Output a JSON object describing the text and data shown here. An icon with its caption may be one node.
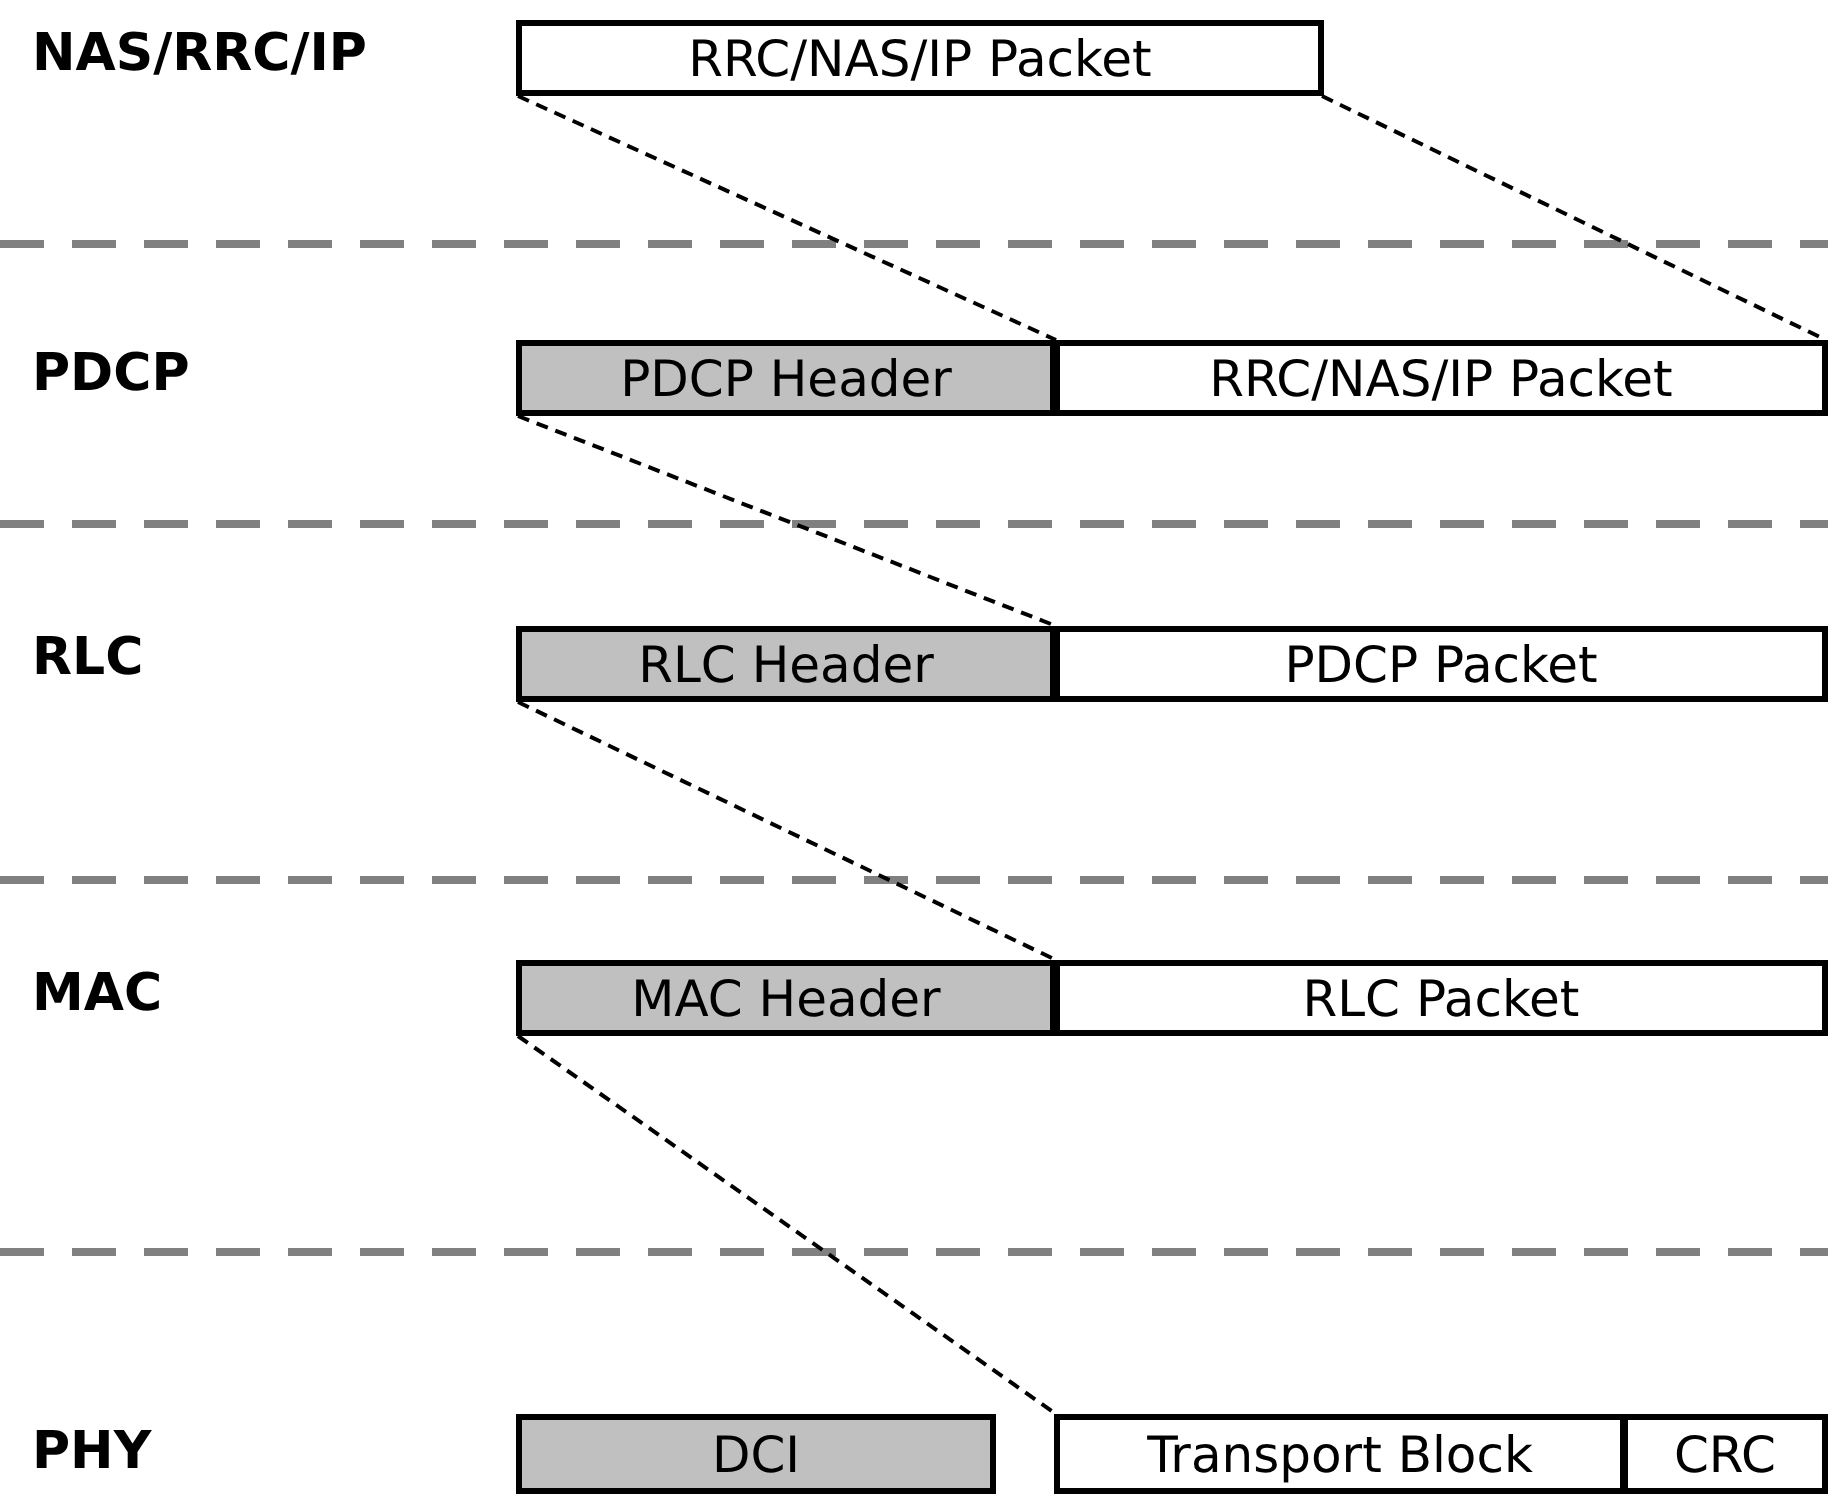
{
  "diagram": {
    "nodes": [
      {
        "text": [
          "RRC/NAS/IP Packet"
        ]
      },
      {
        "text": [
          "PDCP Header"
        ]
      },
      {
        "text": [
          "RRC/NAS/IP Packet"
        ]
      },
      {
        "text": [
          "RLC Header"
        ]
      },
      {
        "text": [
          "PDCP Packet"
        ]
      },
      {
        "text": [
          "MAC Header"
        ]
      },
      {
        "text": [
          "RLC Packet"
        ]
      },
      {
        "text": [
          "DCI"
        ]
      },
      {
        "text": [
          "Transport Block"
        ]
      },
      {
        "text": [
          "CRC"
        ]
      }
    ],
    "edges": [
      {
        "from": 0,
        "to": 2,
        "arrow": "none",
        "style": "dashed"
      },
      {
        "from": 0,
        "to": 2,
        "arrow": "none",
        "style": "dashed"
      },
      {
        "from": 1,
        "to": 4,
        "arrow": "none",
        "style": "dashed"
      },
      {
        "from": 3,
        "to": 6,
        "arrow": "none",
        "style": "dashed"
      },
      {
        "from": 5,
        "to": 8,
        "arrow": "none",
        "style": "dashed"
      }
    ],
    "labels": [
      "NAS/RRC/IP",
      "PDCP",
      "RLC",
      "MAC",
      "PHY"
    ]
  }
}
